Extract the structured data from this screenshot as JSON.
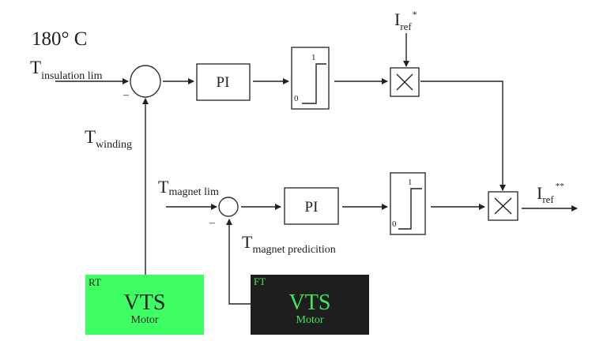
{
  "title_temp": "180° C",
  "top_loop": {
    "input_main": "T",
    "input_sub": "insulation lim",
    "feedback_main": "T",
    "feedback_sub": "winding",
    "minus": "–",
    "controller": "PI",
    "limiter_low": "0",
    "limiter_high": "1",
    "ref_main": "I",
    "ref_sub": "ref",
    "ref_sup": "*"
  },
  "bottom_loop": {
    "input_main": "T",
    "input_sub": "magnet lim",
    "feedback_main": "T",
    "feedback_sub": "magnet predicition",
    "minus": "–",
    "controller": "PI",
    "limiter_low": "0",
    "limiter_high": "1",
    "out_main": "I",
    "out_sub": "ref",
    "out_sup": "**"
  },
  "rt_block": {
    "tag": "RT",
    "title": "VTS",
    "subtitle": "Motor",
    "fill": "#3dff64"
  },
  "ft_block": {
    "tag": "FT",
    "title": "VTS",
    "subtitle": "Motor",
    "fill": "#1e1e1e",
    "text_color": "#3fe65a"
  }
}
